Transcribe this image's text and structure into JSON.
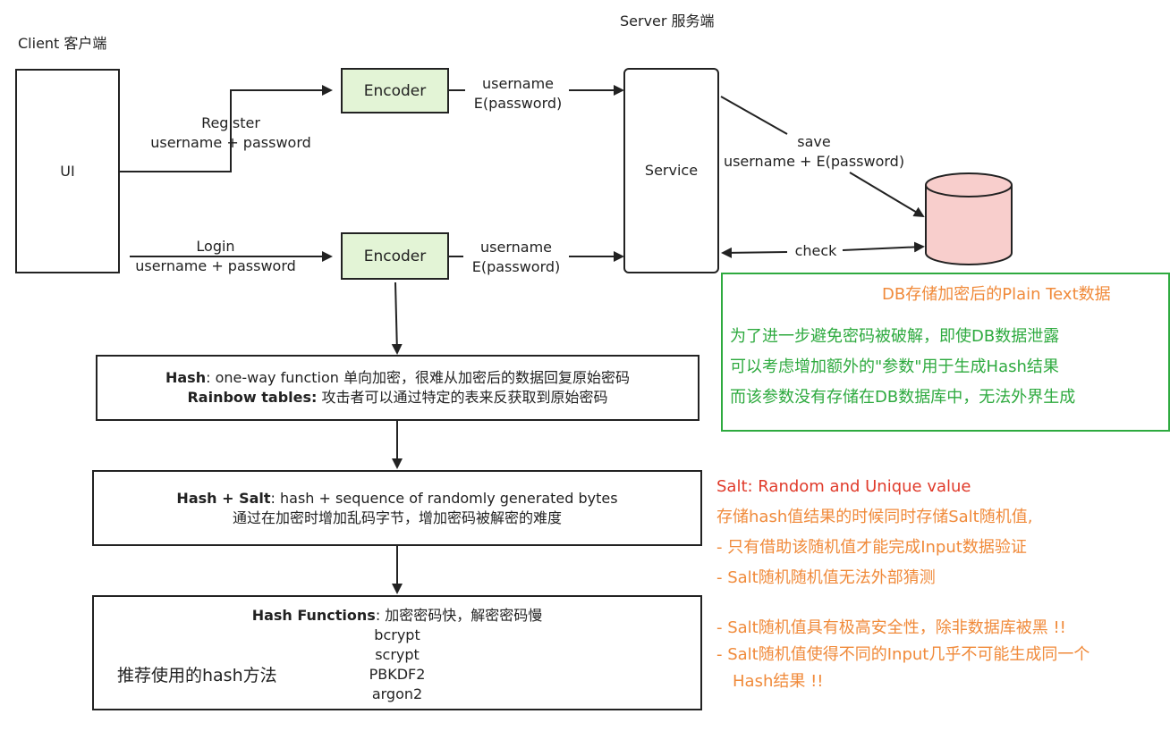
{
  "client": {
    "title": "Client 客户端",
    "ui_label": "UI"
  },
  "server": {
    "title": "Server 服务端",
    "service_label": "Service"
  },
  "encoder_top": {
    "label": "Encoder"
  },
  "encoder_bottom": {
    "label": "Encoder"
  },
  "register": {
    "line1": "Register",
    "line2": "username + password"
  },
  "login": {
    "line1": "Login",
    "line2": "username + password"
  },
  "enc_top_out": {
    "line1": "username",
    "line2": "E(password)"
  },
  "enc_bottom_out": {
    "line1": "username",
    "line2": "E(password)"
  },
  "save": {
    "line1": "save",
    "line2": "username + E(password)"
  },
  "check": {
    "label": "check"
  },
  "db_note": {
    "title": "DB存储加密后的Plain Text数据",
    "lines": [
      "为了进一步避免密码被破解，即使DB数据泄露",
      "可以考虑增加额外的\"参数\"用于生成Hash结果",
      "而该参数没有存储在DB数据库中，无法外界生成"
    ]
  },
  "hash_box": {
    "hash_term": "Hash",
    "hash_desc": ": one-way function 单向加密，很难从加密后的数据回复原始密码",
    "rainbow_term": "Rainbow tables:",
    "rainbow_desc": " 攻击者可以通过特定的表来反获取到原始密码"
  },
  "salt_box": {
    "term": "Hash + Salt",
    "desc": ": hash + sequence of randomly generated bytes",
    "line2": "通过在加密时增加乱码字节，增加密码被解密的难度"
  },
  "functions_box": {
    "term": "Hash Functions",
    "desc": ": 加密密码快，解密密码慢",
    "items": [
      "bcrypt",
      "scrypt",
      "PBKDF2",
      "argon2"
    ],
    "recommend": "推荐使用的hash方法"
  },
  "salt_note": {
    "title": "Salt: Random and Unique value",
    "lines": [
      "存储hash值结果的时候同时存储Salt随机值,",
      "- 只有借助该随机值才能完成Input数据验证",
      "- Salt随机随机值无法外部猜测"
    ],
    "lines2": [
      "- Salt随机值具有极高安全性，除非数据库被黑 !!",
      "- Salt随机值使得不同的Input几乎不可能生成同一个",
      "   Hash结果 !!"
    ]
  },
  "colors": {
    "green": "#2eaa3f",
    "orange": "#f08a3a",
    "red": "#e03a2a",
    "encoder_fill": "#e3f4d6",
    "db_fill": "#f8cecc"
  }
}
